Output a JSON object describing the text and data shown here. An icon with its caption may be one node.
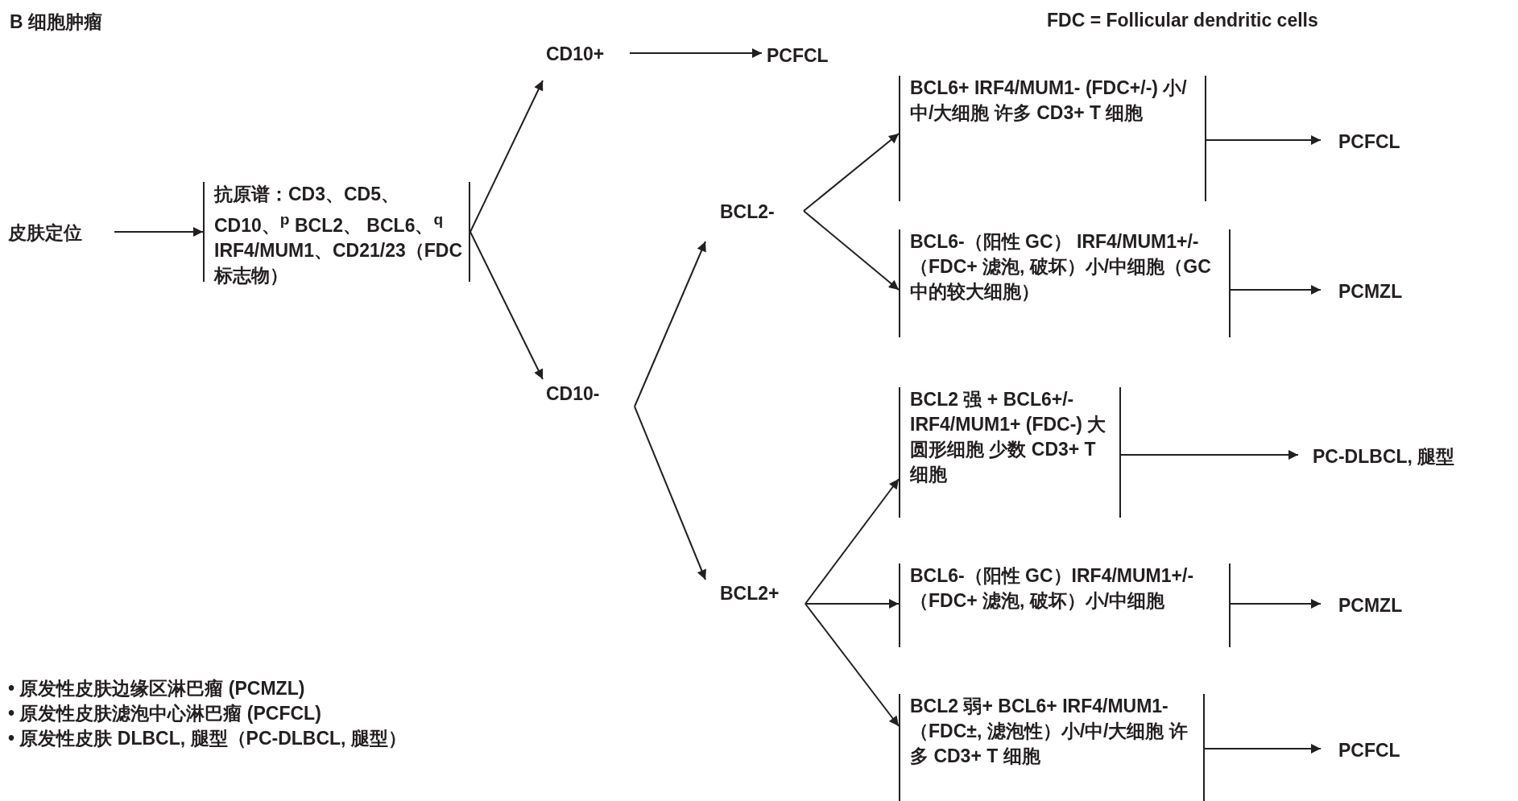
{
  "diagram": {
    "title": "B 细胞肿瘤",
    "nodes": [
      {
        "text": [
          "皮肤定位"
        ]
      },
      {
        "text": [
          "抗原谱：CD3、CD5、CD10、$^{p}$ BCL2、 BCL6、$^{q}$ IRF4/MUM1、CD21/23（FDC 标志物）"
        ]
      },
      {
        "text": [
          "CD10+"
        ]
      },
      {
        "text": [
          "PCFCL"
        ]
      },
      {
        "text": [
          "BCL2-"
        ]
      },
      {
        "text": [
          "CD10-"
        ]
      },
      {
        "text": [
          "BCL2+"
        ]
      },
      {
        "text": [
          "BCL6+ IRF4/MUM1- (FDC+/-) 小/中/大细胞 许多 CD3+ T 细胞"
        ]
      },
      {
        "text": [
          "PCFCL"
        ]
      },
      {
        "text": [
          "BCL6-（阳性 GC） IRF4/MUM1+/-（FDC+ 滤泡, 破坏）小/中细胞（GC 中的较大细胞）"
        ]
      },
      {
        "text": [
          "PCMZL"
        ]
      },
      {
        "text": [
          "BCL2 强 + BCL6+/- IRF4/MUM1+ (FDC-) 大圆形细胞 少数 CD3+ T 细胞"
        ]
      },
      {
        "text": [
          "PC-DLBCL, 腿型"
        ]
      },
      {
        "text": [
          "BCL6-（阳性 GC）IRF4/MUM1+/-（FDC+ 滤泡, 破坏）小/中细胞"
        ]
      },
      {
        "text": [
          "PCMZL"
        ]
      },
      {
        "text": [
          "BCL2 弱+ BCL6+ IRF4/MUM1-（FDC±, 滤泡性）小/中/大细胞 许多 CD3+ T 细胞"
        ]
      },
      {
        "text": [
          "PCFCL"
        ]
      }
    ],
    "edges": [
      {
        "from": 0,
        "to": 1,
        "arrow": "to"
      },
      {
        "from": 1,
        "to": 2,
        "arrow": "to"
      },
      {
        "from": 1,
        "to": 5,
        "arrow": "to"
      },
      {
        "from": 2,
        "to": 3,
        "arrow": "to"
      },
      {
        "from": 5,
        "to": 4,
        "arrow": "to"
      },
      {
        "from": 5,
        "to": 6,
        "arrow": "to"
      },
      {
        "from": 4,
        "to": 7,
        "arrow": "to"
      },
      {
        "from": 4,
        "to": 9,
        "arrow": "to"
      },
      {
        "from": 7,
        "to": 8,
        "arrow": "to"
      },
      {
        "from": 9,
        "to": 10,
        "arrow": "to"
      },
      {
        "from": 6,
        "to": 11,
        "arrow": "to"
      },
      {
        "from": 6,
        "to": 13,
        "arrow": "to"
      },
      {
        "from": 6,
        "to": 15,
        "arrow": "to"
      },
      {
        "from": 11,
        "to": 12,
        "arrow": "to"
      },
      {
        "from": 13,
        "to": 14,
        "arrow": "to"
      },
      {
        "from": 15,
        "to": 16,
        "arrow": "to"
      }
    ],
    "labels": [
      "FDC = Follicular dendritic cells",
      "• 原发性皮肤边缘区淋巴瘤 (PCMZL)",
      "• 原发性皮肤滤泡中心淋巴瘤 (PCFCL)",
      "• 原发性皮肤 DLBCL, 腿型（PC-DLBCL, 腿型）"
    ]
  }
}
